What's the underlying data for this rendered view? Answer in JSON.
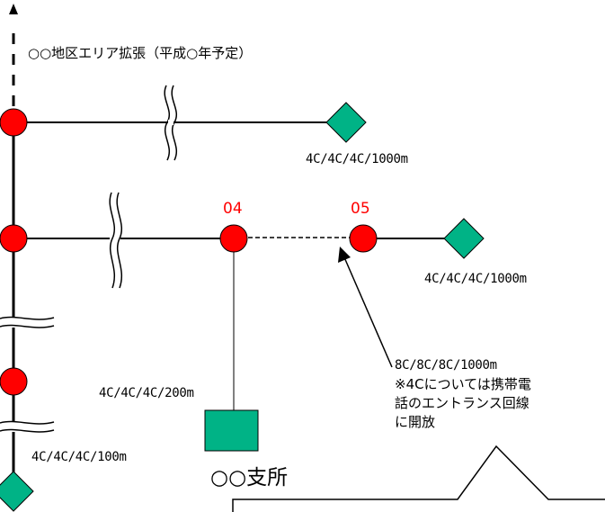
{
  "expansion_label": "○○地区エリア拡張（平成○年予定）",
  "nodes": {
    "node_04": "04",
    "node_05": "05"
  },
  "specs": {
    "upper_branch": "4C/4C/4C/1000m",
    "middle_branch": "4C/4C/4C/1000m",
    "office_drop": "4C/4C/4C/200m",
    "trunk_lower": "4C/4C/4C/100m"
  },
  "note": {
    "line1": "8C/8C/8C/1000m",
    "line2": "※4Cについては携帯電",
    "line3": "話のエントランス回線",
    "line4": "に開放"
  },
  "office_label": "○○支所",
  "colors": {
    "node_fill": "#ff0000",
    "terminal_fill": "#00b386",
    "line": "#000000",
    "node_id_text": "#ff0000"
  }
}
